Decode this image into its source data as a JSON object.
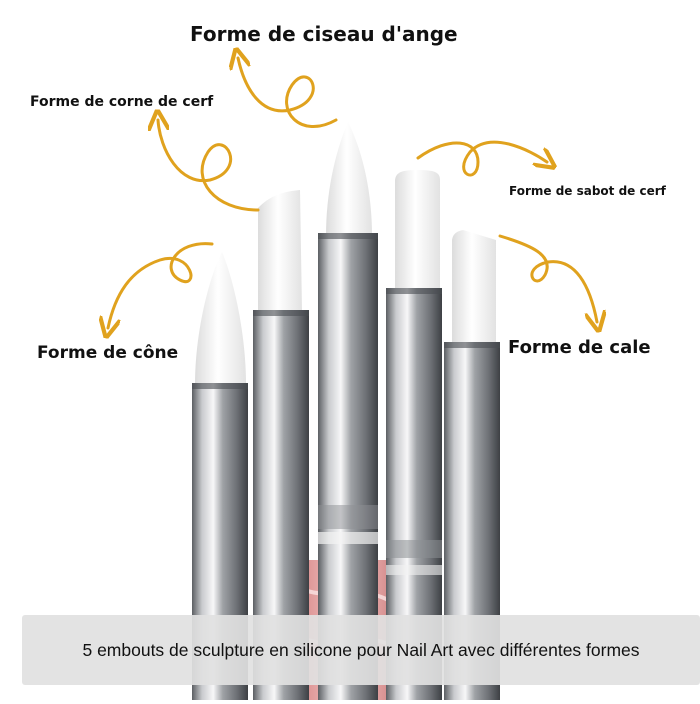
{
  "labels": {
    "angel_scissor": "Forme de ciseau d'ange",
    "deer_horn": "Forme de corne de cerf",
    "deer_hoof": "Forme de sabot de cerf",
    "cone": "Forme de cône",
    "wedge": "Forme de cale"
  },
  "caption": "5 embouts de sculpture en silicone pour Nail Art avec différentes formes",
  "colors": {
    "arrow": "#e0a21e",
    "silicone_tip": "#f4f4f4",
    "ferrule": "#a9abae",
    "handle": "#f2bcbc"
  }
}
